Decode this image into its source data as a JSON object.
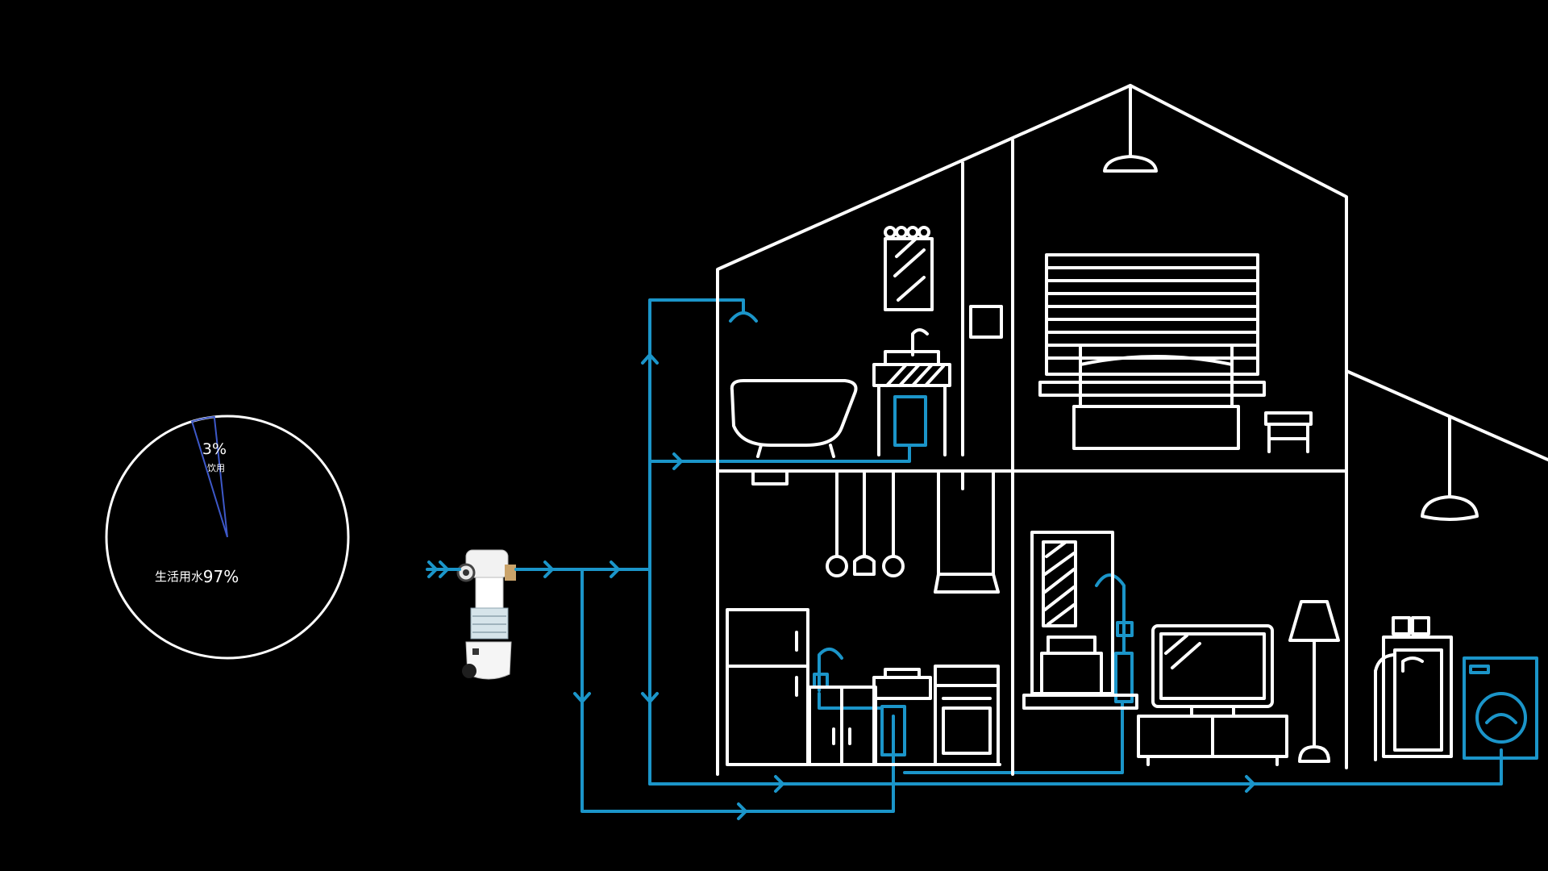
{
  "colors": {
    "background": "#000000",
    "line": "#ffffff",
    "pipe": "#1b95c9",
    "slice": "#3d58c8"
  },
  "chart_data": {
    "type": "pie",
    "slices": [
      {
        "label": "饮用",
        "value": 3,
        "value_text": "3%"
      },
      {
        "label": "生活用水",
        "value": 97,
        "value_text": "97%"
      }
    ]
  },
  "icons": [
    "water-filter-icon",
    "bathtub-icon",
    "shower-icon",
    "sink-icon",
    "bed-icon",
    "lamp-icon",
    "tv-icon",
    "fridge-icon",
    "washing-machine-icon"
  ]
}
